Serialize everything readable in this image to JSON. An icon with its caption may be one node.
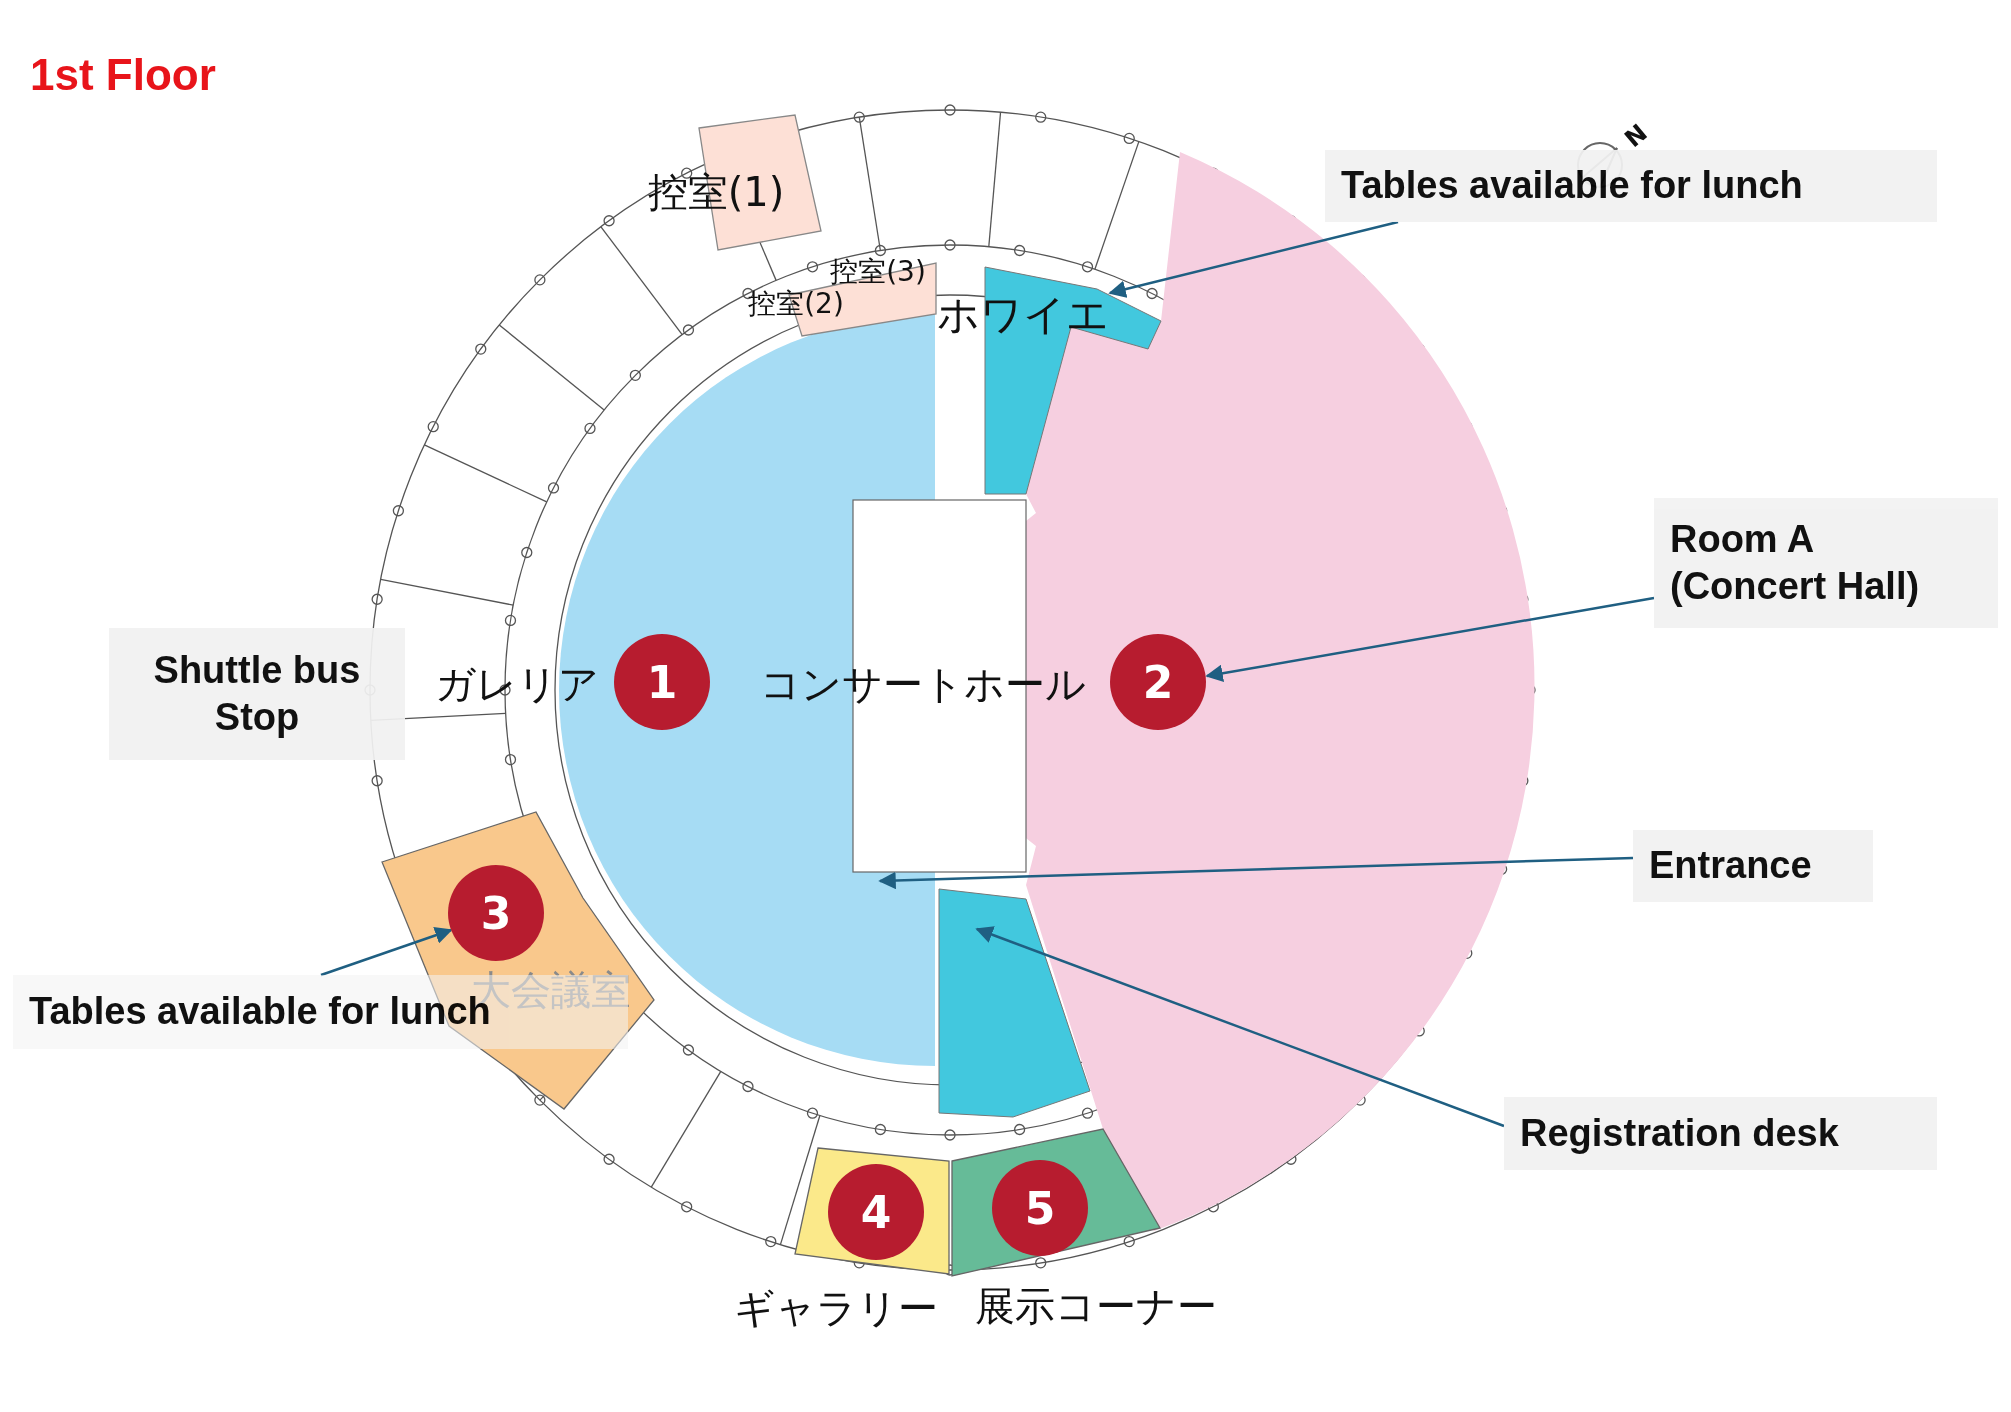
{
  "diagram": {
    "title": "1st Floor",
    "nodes": [
      {
        "text": [
          "Tables available for lunch"
        ]
      },
      {
        "text": [
          "ホワイエ"
        ]
      },
      {
        "text": [
          "Room A (Concert Hall)"
        ]
      },
      {
        "text": [
          "Shuttle bus Stop"
        ]
      },
      {
        "text": [
          "1"
        ]
      },
      {
        "text": [
          "2"
        ]
      },
      {
        "text": [
          "Entrance"
        ]
      },
      {
        "text": [
          "3"
        ]
      },
      {
        "text": [
          "Tables available for lunch"
        ]
      },
      {
        "text": [],
        "shape": "box"
      },
      {
        "text": [
          "Registration desk"
        ]
      },
      {
        "text": [
          "4"
        ]
      },
      {
        "text": [
          "5"
        ]
      }
    ],
    "edges": [
      {
        "from": 0,
        "to": 1,
        "arrow": "to"
      },
      {
        "from": 2,
        "to": 5,
        "arrow": "to"
      },
      {
        "from": 6,
        "to": null,
        "arrow": "to"
      },
      {
        "from": 8,
        "to": 7,
        "arrow": "to"
      },
      {
        "from": 10,
        "to": 9,
        "arrow": "to"
      }
    ],
    "labels": [
      "N",
      "控室(1)",
      "控室(3)",
      "控室(2)",
      "ガレリア",
      "コンサートホール",
      "大会議室",
      "ギャラリー",
      "展示コーナー"
    ]
  }
}
